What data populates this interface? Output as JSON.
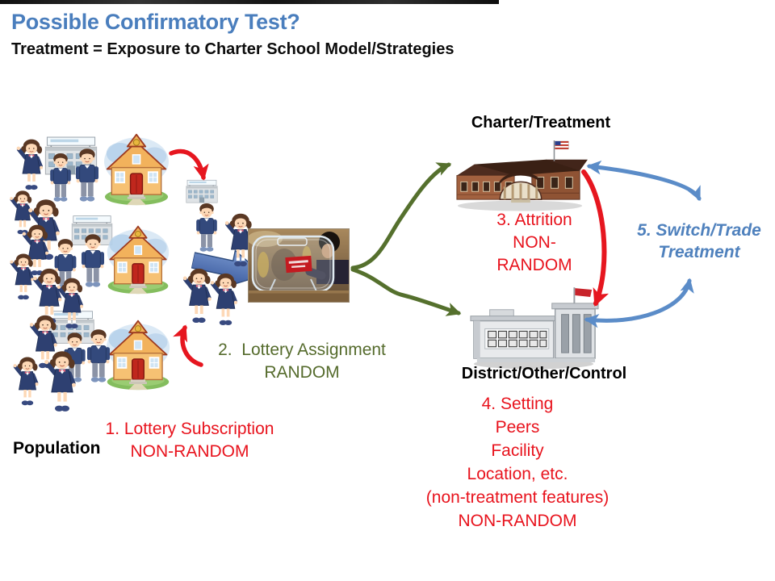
{
  "slide": {
    "title": "Possible Confirmatory Test?",
    "subtitle": "Treatment = Exposure to Charter School Model/Strategies"
  },
  "labels": {
    "population": "Population",
    "charter": "Charter/Treatment",
    "district": "District/Other/Control"
  },
  "steps": {
    "s1": {
      "line1": "1. Lottery Subscription",
      "line2": "NON-RANDOM"
    },
    "s2": {
      "line1": "2.  Lottery Assignment",
      "line2": "RANDOM"
    },
    "s3": {
      "line1": "3. Attrition",
      "line2": "NON-",
      "line3": "RANDOM"
    },
    "s4": {
      "lines": [
        "4. Setting",
        "Peers",
        "Facility",
        "Location, etc.",
        "(non-treatment features)",
        "NON-RANDOM"
      ]
    },
    "s5": {
      "line1": "5. Switch/Trade",
      "line2": "Treatment"
    }
  },
  "colors": {
    "title_blue": "#4a7ebd",
    "text_black": "#0c0c0c",
    "step_red": "#e8131d",
    "step_olive": "#556b2c",
    "step5_blue": "#4f81bd",
    "arrow_red": "#e6161f",
    "arrow_olive": "#55702d",
    "arrow_blue": "#5b8cc8",
    "block_arrow_blue": "#4a6fb0"
  },
  "icons": [
    "schoolhouse-icon",
    "school-banner-building-icon",
    "boy-student-icon",
    "girl-student-icon",
    "lottery-drum-photo",
    "block-arrow-right-icon",
    "charter-school-icon",
    "district-school-icon",
    "us-flag-icon",
    "red-flag-icon",
    "curved-arrow-icon"
  ]
}
